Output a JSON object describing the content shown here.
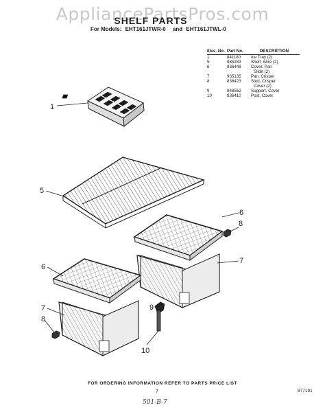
{
  "watermark": "AppliancePartsPros.com",
  "title": "SHELF PARTS",
  "models": {
    "prefix": "For Models:",
    "model_a": "EHT161JTWR-0",
    "conjunction": "and",
    "model_b": "EHT161JTWL-0"
  },
  "parts_table": {
    "headers": {
      "illus": "Illus. No.",
      "part": "Part No.",
      "description": "DESCRIPTION"
    },
    "rows": [
      {
        "illus": "1",
        "part": "841180",
        "desc": "Ice Tray (2)"
      },
      {
        "illus": "5",
        "part": "985283",
        "desc": "Shelf, Wire (2)"
      },
      {
        "illus": "6",
        "part": "836448",
        "desc": "Cover, Pan"
      },
      {
        "illus": "",
        "part": "",
        "desc": "Slide (2)"
      },
      {
        "illus": "7",
        "part": "935135",
        "desc": "Pan, Crisper"
      },
      {
        "illus": "8",
        "part": "836423",
        "desc": "Stud, Crisper"
      },
      {
        "illus": "",
        "part": "",
        "desc": "Cover (2)"
      },
      {
        "illus": "9",
        "part": "848562",
        "desc": "Support, Cover"
      },
      {
        "illus": "10",
        "part": "836410",
        "desc": "Post, Cover"
      }
    ]
  },
  "callouts": {
    "ice_tray": "1",
    "shelf": "5",
    "cover_right": "6",
    "stud_right": "8",
    "pan_right": "7",
    "cover_left": "6",
    "pan_left": "7",
    "stud_left": "8",
    "support": "9",
    "post": "10"
  },
  "footer": {
    "ordering": "FOR ORDERING INFORMATION REFER TO PARTS PRICE LIST",
    "page_number": "7",
    "doc_number": "877191",
    "handwritten": "501-B-7"
  }
}
